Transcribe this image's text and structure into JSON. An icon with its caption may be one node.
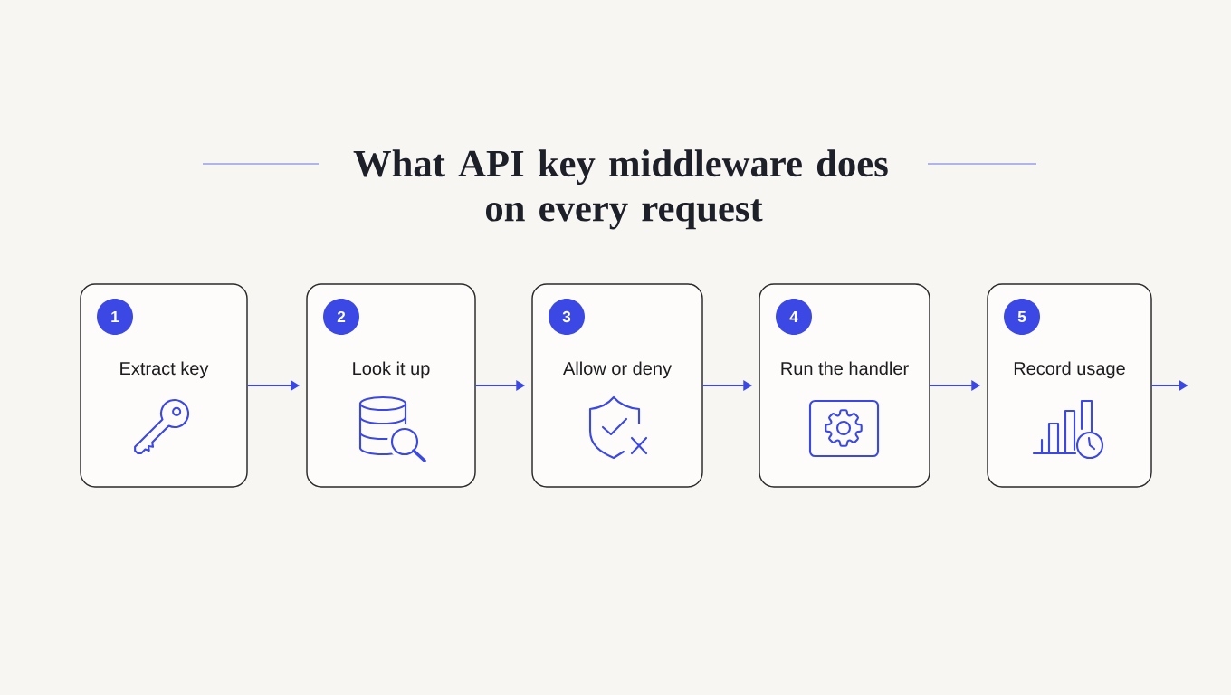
{
  "diagram": {
    "title": "What API key middleware does on every request",
    "nodes": [
      {
        "text": [
          "Extract key"
        ]
      },
      {
        "text": [
          "1"
        ],
        "in": 0
      },
      {
        "text": [
          "Look it up"
        ]
      },
      {
        "text": [
          "2"
        ],
        "in": 2
      },
      {
        "text": [
          "Allow or deny"
        ]
      },
      {
        "text": [
          "3"
        ],
        "in": 4
      },
      {
        "text": [
          "Run the handler"
        ]
      },
      {
        "text": [
          "4"
        ],
        "in": 6
      },
      {
        "text": [
          "Record usage"
        ]
      },
      {
        "text": [
          "5"
        ],
        "in": 8
      }
    ],
    "edges": [
      {
        "from": 0,
        "to": 2,
        "arrow": "to"
      },
      {
        "from": 2,
        "to": 4,
        "arrow": "to"
      },
      {
        "from": 4,
        "to": 6,
        "arrow": "to"
      },
      {
        "from": 6,
        "to": 8,
        "arrow": "to"
      },
      {
        "from": 8,
        "to": null,
        "arrow": "to"
      }
    ]
  }
}
